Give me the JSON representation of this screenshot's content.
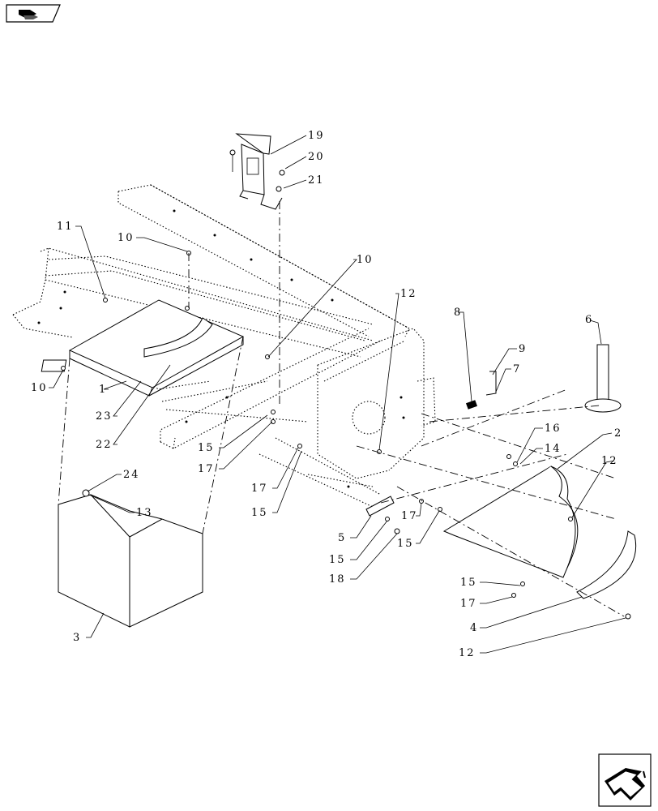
{
  "callouts": {
    "c19": "19",
    "c20": "20",
    "c21": "21",
    "c11": "11",
    "c10a": "10",
    "c10b": "10",
    "c10c": "10",
    "c12a": "12",
    "c12b": "12",
    "c12c": "12",
    "c8": "8",
    "c9": "9",
    "c7": "7",
    "c6": "6",
    "c1": "1",
    "c23": "23",
    "c22": "22",
    "c15a": "15",
    "c17a": "17",
    "c17b": "17",
    "c15b": "15",
    "c16": "16",
    "c14": "14",
    "c2": "2",
    "c24": "24",
    "c13": "13",
    "c3": "3",
    "c5": "5",
    "c15c": "15",
    "c18": "18",
    "c17c": "17",
    "c15d": "15",
    "c15e": "15",
    "c17d": "17",
    "c4": "4"
  },
  "icons": {
    "top_left": "page-flag-icon",
    "bottom_right": "next-page-arrow-icon"
  }
}
